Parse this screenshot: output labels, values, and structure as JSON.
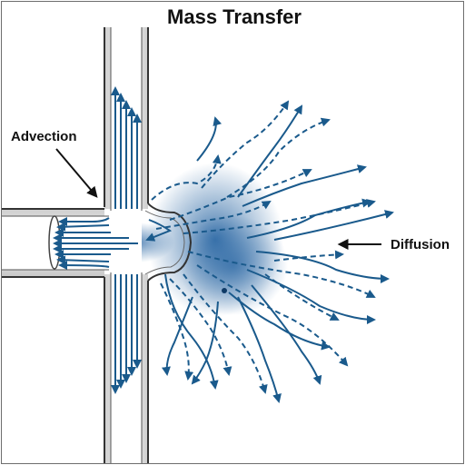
{
  "title": "Mass Transfer",
  "labels": {
    "advection": "Advection",
    "diffusion": "Diffusion"
  },
  "colors": {
    "flow_arrow": "#1a5a8c",
    "diffusion_cloud": "#1f5f9f",
    "pipe_outline": "#333333",
    "pipe_fill": "#e4e4e4",
    "pointer": "#111111"
  },
  "icons": {
    "advection_pointer": "arrow-pointer-icon",
    "diffusion_pointer": "arrow-pointer-icon"
  }
}
